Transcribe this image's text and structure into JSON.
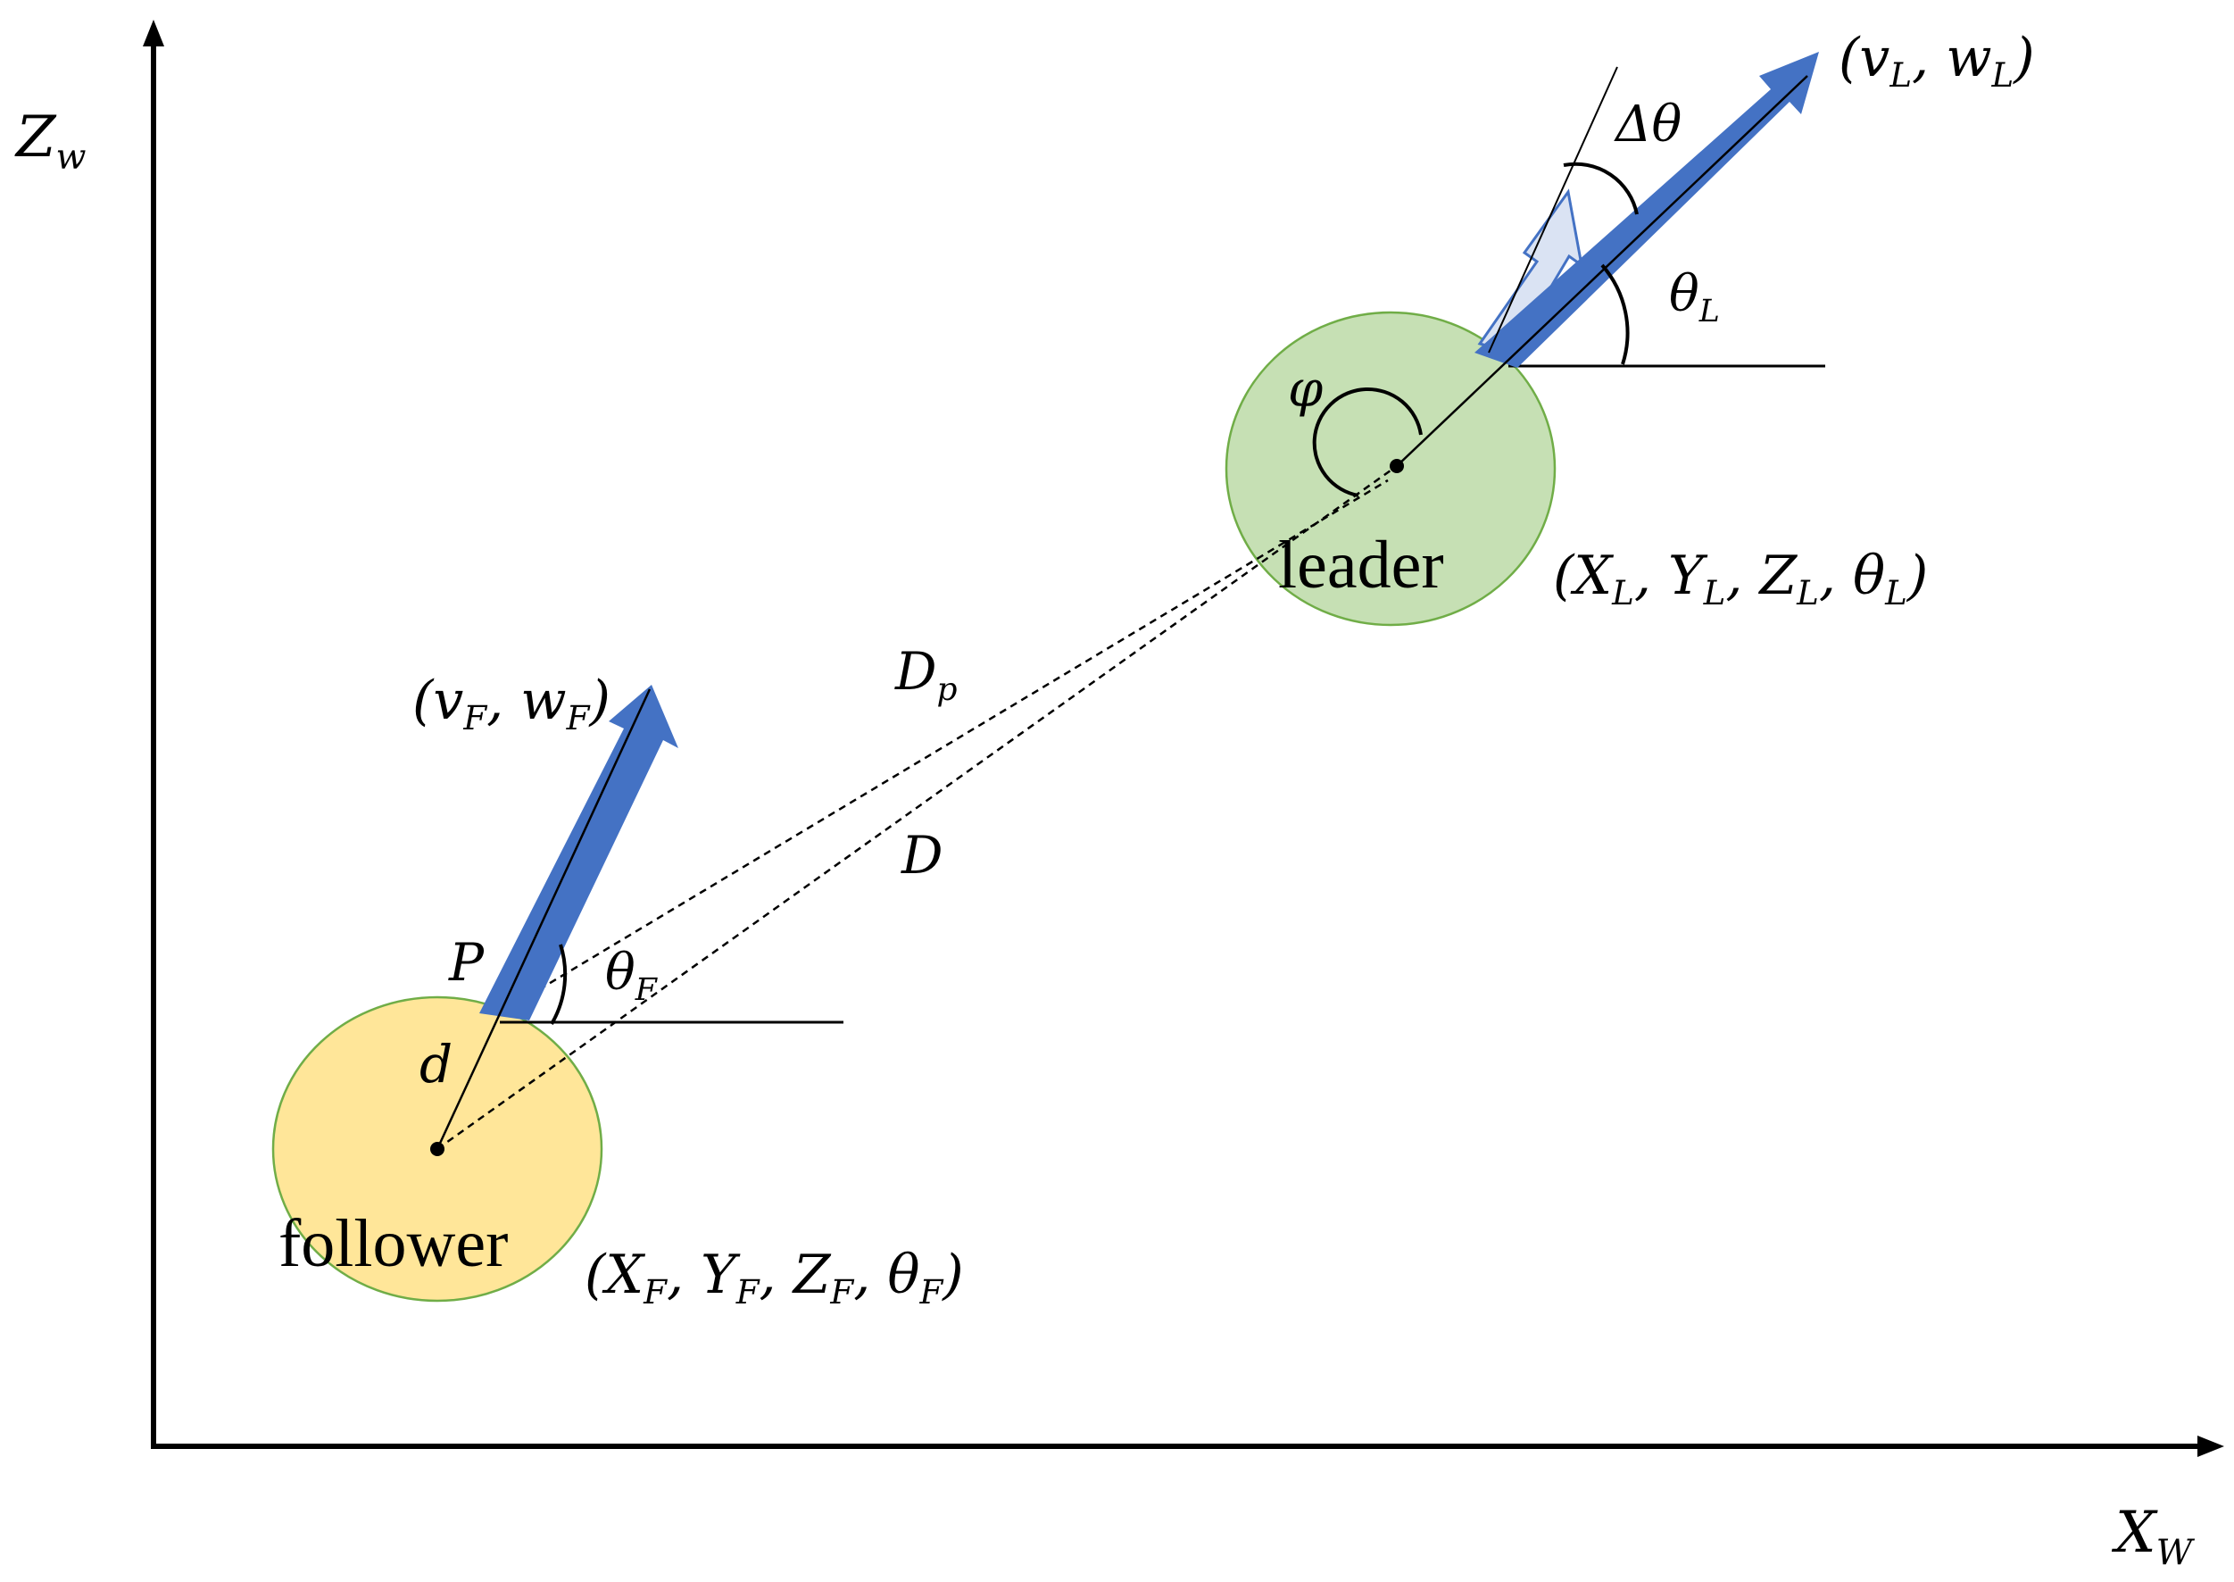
{
  "axes": {
    "vertical_label": "Z",
    "vertical_sub": "w",
    "horizontal_label": "X",
    "horizontal_sub": "W"
  },
  "leader": {
    "name": "leader",
    "fill": "#c6e0b4",
    "stroke": "#70ad47",
    "state_prefix": "(",
    "X": "X",
    "X_sub": "L",
    "Y": "Y",
    "Y_sub": "L",
    "Z": "Z",
    "Z_sub": "L",
    "theta": "θ",
    "theta_sub": "L",
    "state_suffix": ")",
    "vel_v": "v",
    "vel_v_sub": "L",
    "vel_w": "w",
    "vel_w_sub": "L"
  },
  "follower": {
    "name": "follower",
    "fill": "#ffe699",
    "stroke": "#70ad47",
    "state_prefix": "(",
    "X": "X",
    "X_sub": "F",
    "Y": "Y",
    "Y_sub": "F",
    "Z": "Z",
    "Z_sub": "F",
    "theta": "θ",
    "theta_sub": "F",
    "state_suffix": ")",
    "vel_v": "v",
    "vel_v_sub": "F",
    "vel_w": "w",
    "vel_w_sub": "F"
  },
  "labels": {
    "delta_theta": "Δθ",
    "theta_L": "θ",
    "theta_L_sub": "L",
    "phi": "φ",
    "D_p": "D",
    "D_p_sub": "p",
    "D": "D",
    "P": "P",
    "d": "d",
    "theta_F": "θ",
    "theta_F_sub": "F"
  },
  "colors": {
    "arrow_blue": "#4472c4",
    "arrow_light": "#dae3f3",
    "arrow_light_stroke": "#4472c4",
    "line": "#000000"
  }
}
